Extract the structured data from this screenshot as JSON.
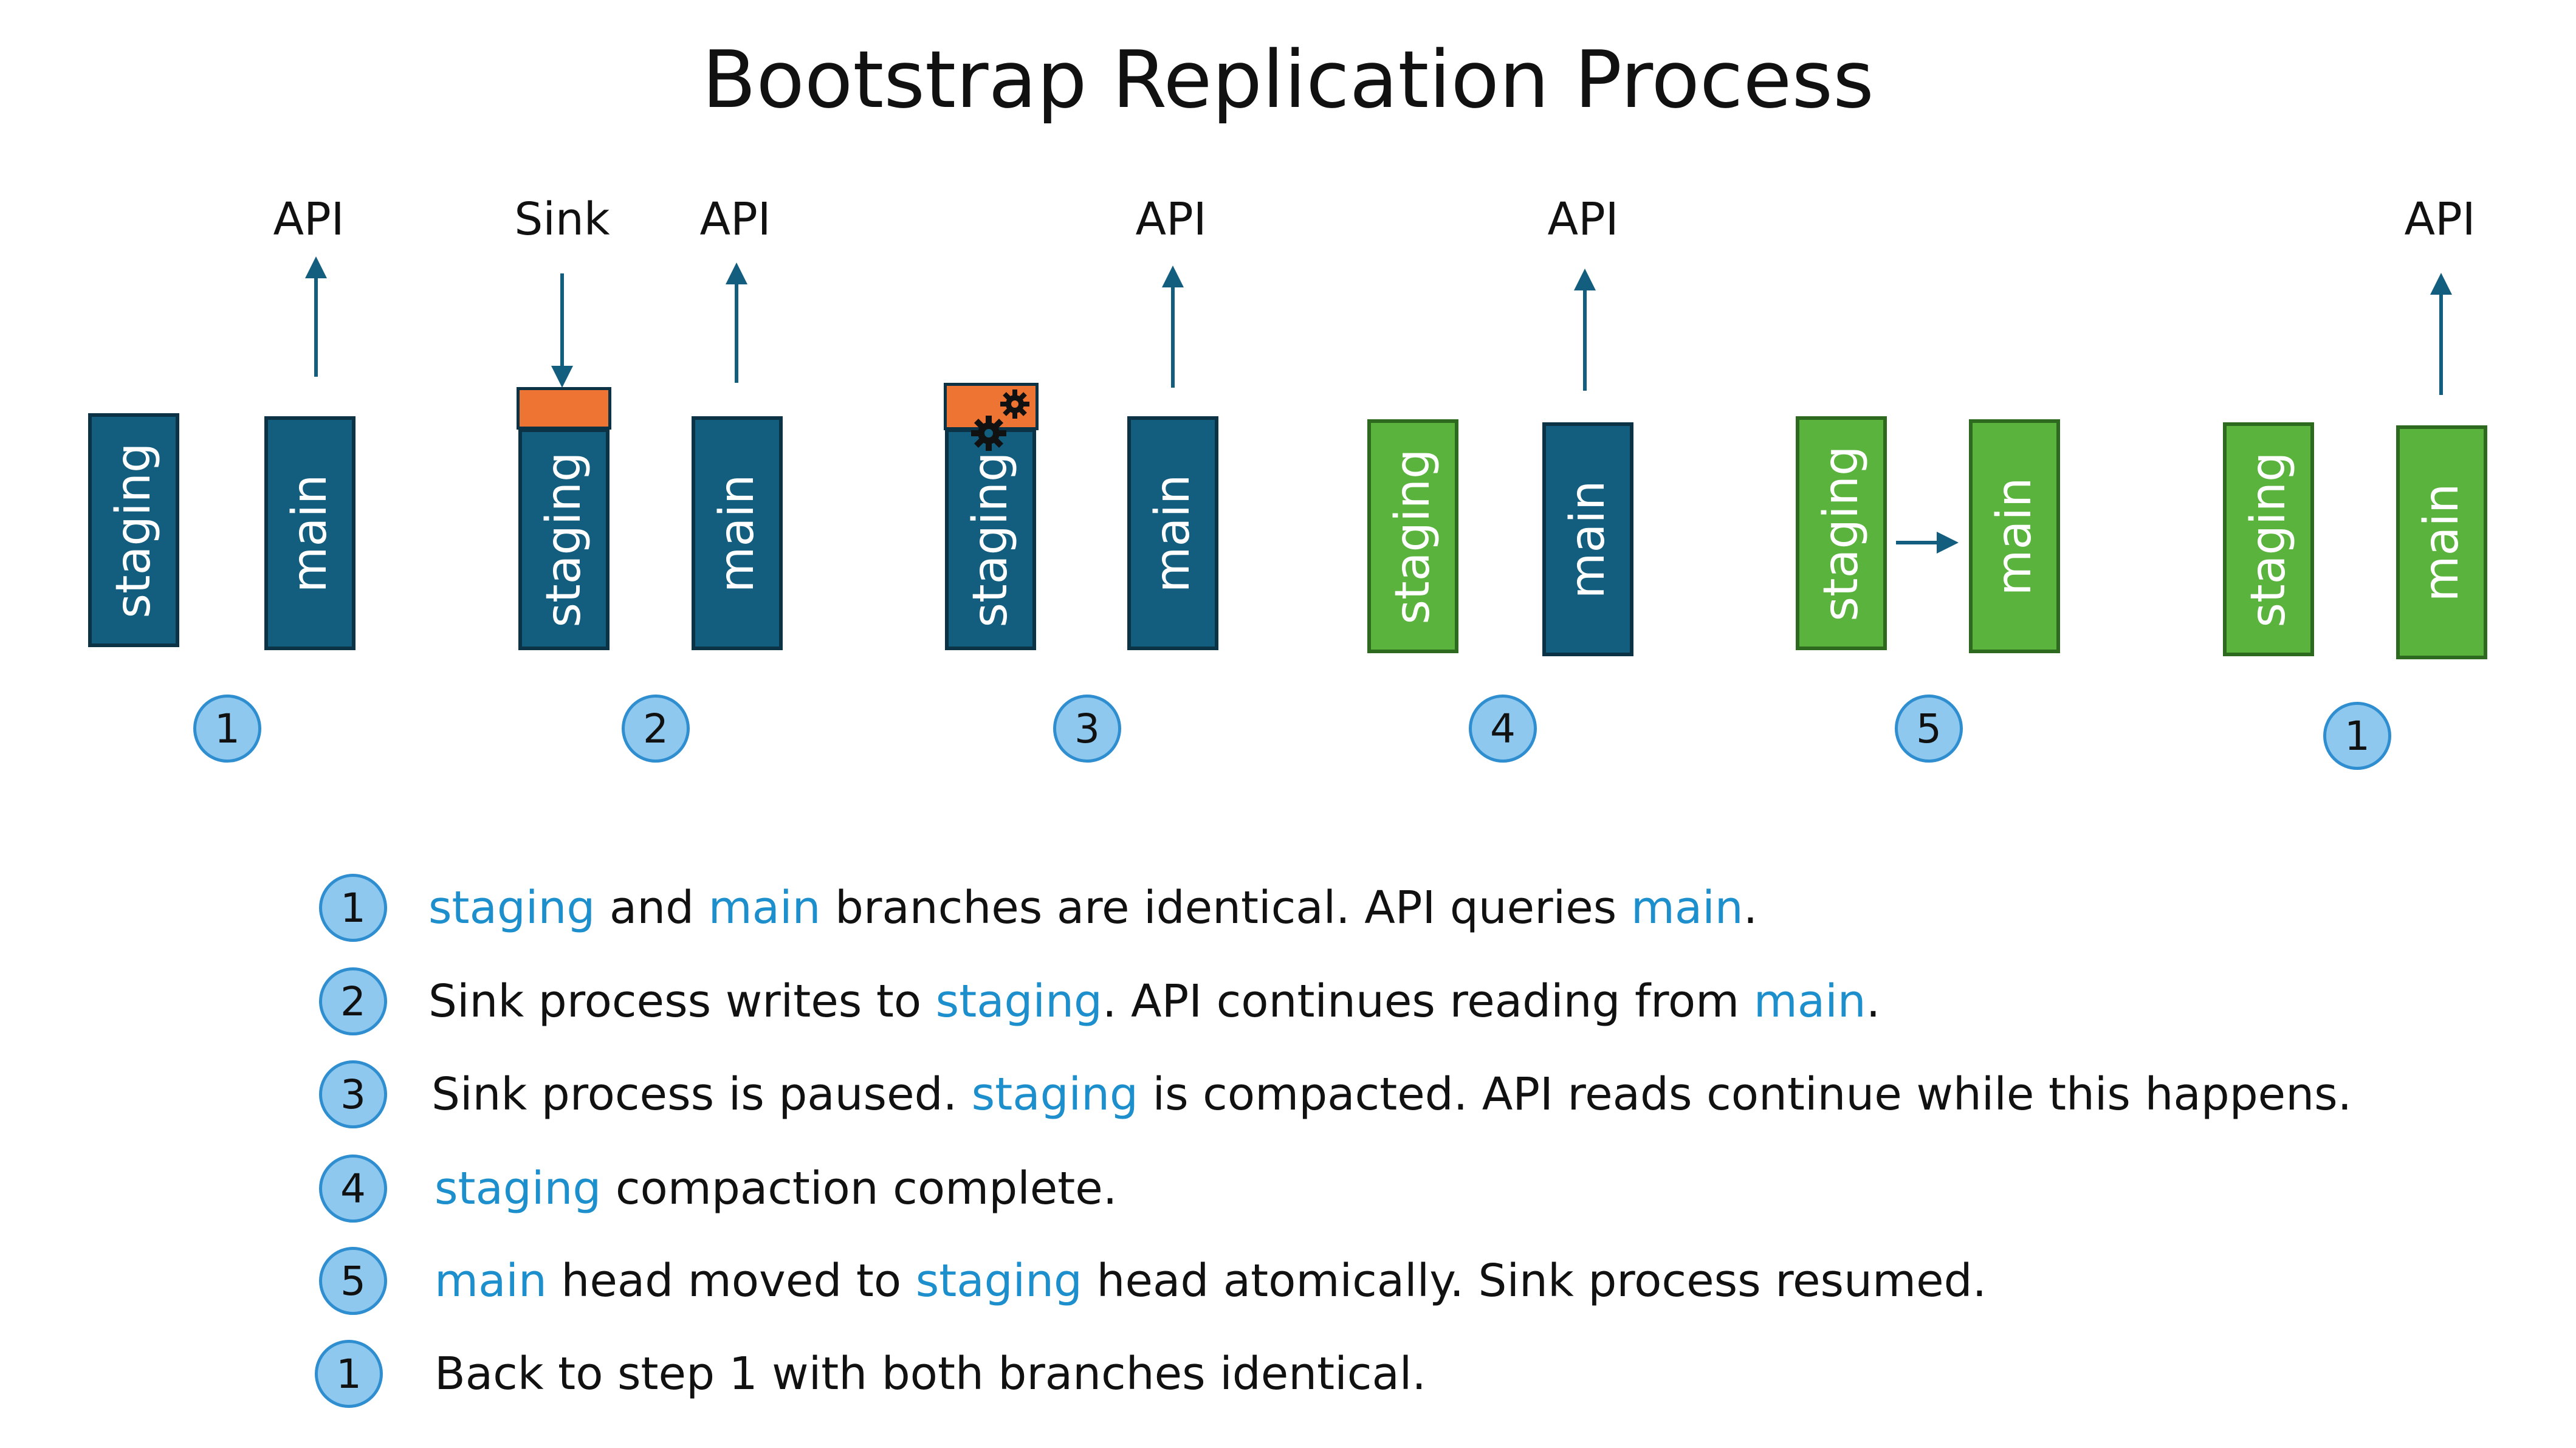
{
  "title": "Bootstrap Replication Process",
  "labels": {
    "api": "API",
    "sink": "Sink",
    "staging": "staging",
    "main": "main"
  },
  "colors": {
    "blue": "#135e7e",
    "green": "#59b33c",
    "orange": "#ee7434",
    "highlight": "#1d8fcc",
    "arrow": "#135e7e"
  },
  "icons": {
    "gear": "gear-icon"
  },
  "steps": [
    "1",
    "2",
    "3",
    "4",
    "5",
    "1"
  ],
  "list": [
    {
      "num": "1",
      "a": "staging",
      "b": " and ",
      "c": "main",
      "d": " branches are identical. API queries ",
      "e": "main",
      "f": "."
    },
    {
      "num": "2",
      "a": "Sink process writes to ",
      "b": "staging",
      "c": ". API continues reading from ",
      "d": "main",
      "e": "."
    },
    {
      "num": "3",
      "a": "Sink process is paused. ",
      "b": "staging",
      "c": " is compacted. API reads continue while this happens."
    },
    {
      "num": "4",
      "a": "staging",
      "b": " compaction complete."
    },
    {
      "num": "5",
      "a": "main",
      "b": " head moved to ",
      "c": "staging",
      "d": " head atomically. Sink process resumed."
    },
    {
      "num": "1",
      "a": "Back to step 1 with both branches identical."
    }
  ]
}
